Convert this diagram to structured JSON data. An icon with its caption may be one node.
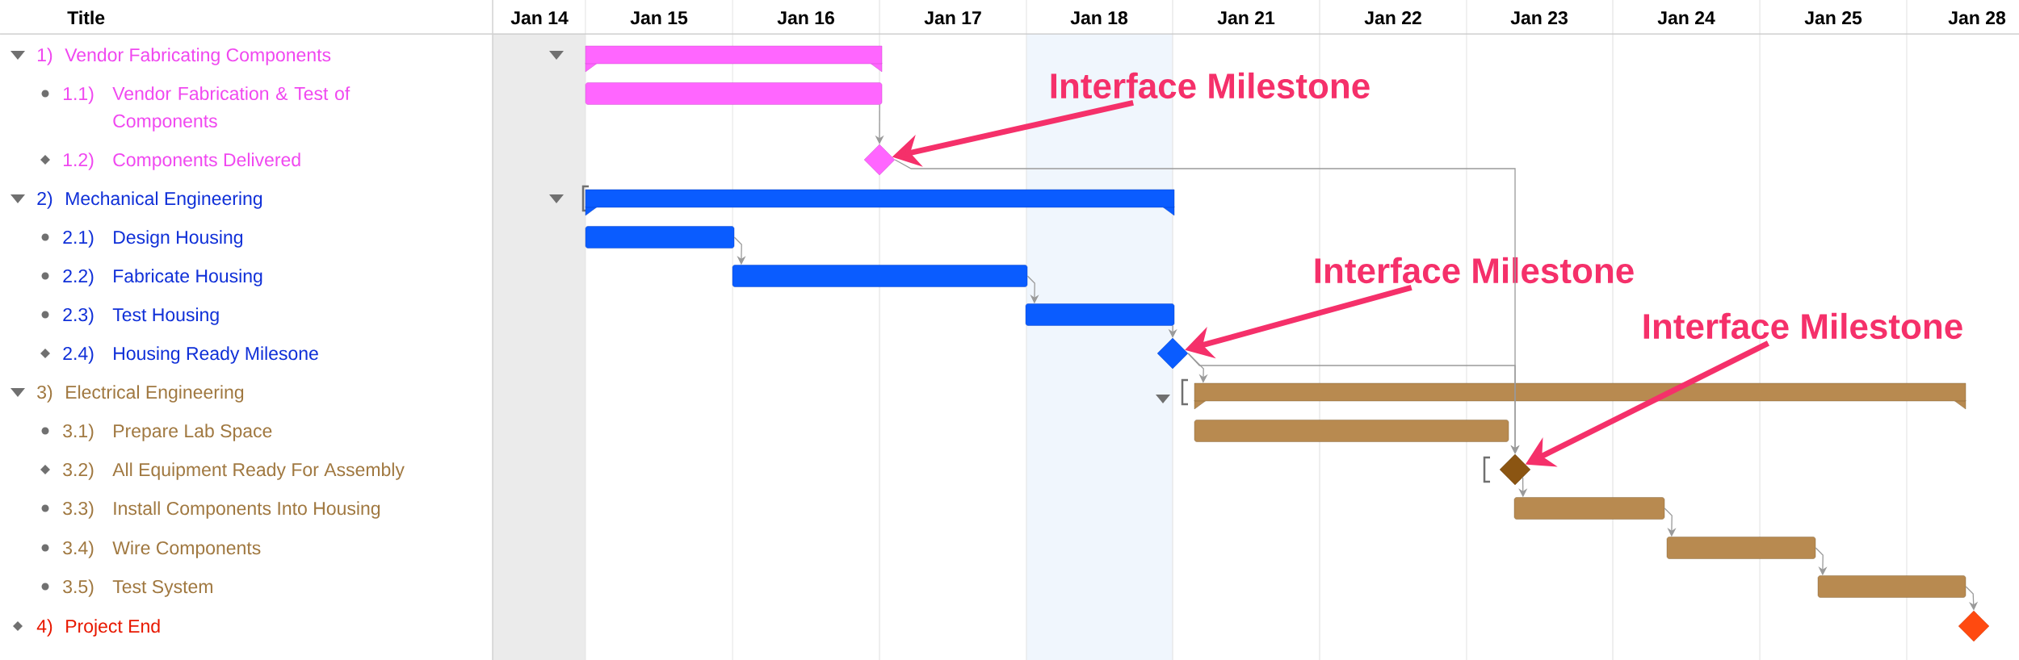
{
  "diagram": {
    "nodes": [
      {
        "text": [],
        "shape": "bar"
      },
      {
        "text": [],
        "shape": "bar"
      },
      {
        "text": [],
        "shape": "diamond"
      },
      {
        "text": [],
        "shape": "bar"
      },
      {
        "text": [],
        "shape": "bar"
      },
      {
        "text": [],
        "shape": "bar"
      },
      {
        "text": [],
        "shape": "bar"
      },
      {
        "text": [],
        "shape": "diamond"
      },
      {
        "text": [],
        "shape": "bar"
      },
      {
        "text": [],
        "shape": "bar"
      },
      {
        "text": [],
        "shape": "diamond"
      },
      {
        "text": [],
        "shape": "bar"
      },
      {
        "text": [],
        "shape": "bar"
      },
      {
        "text": [],
        "shape": "bar"
      },
      {
        "text": [],
        "shape": "diamond"
      },
      {
        "text": [
          "Interface Milestone"
        ]
      },
      {
        "text": [
          "Interface Milestone"
        ]
      },
      {
        "text": [
          "Interface Milestone"
        ]
      }
    ],
    "edges": [
      {
        "from": 1,
        "to": 2,
        "arrow": "to"
      },
      {
        "from": 2,
        "to": 10,
        "arrow": "to"
      },
      {
        "from": 4,
        "to": 5,
        "arrow": "to"
      },
      {
        "from": 5,
        "to": 6,
        "arrow": "to"
      },
      {
        "from": 6,
        "to": 7,
        "arrow": "to"
      },
      {
        "from": 7,
        "to": 8,
        "arrow": "to"
      },
      {
        "from": 7,
        "to": 10,
        "arrow": "to"
      },
      {
        "from": 10,
        "to": 11,
        "arrow": "to"
      },
      {
        "from": 11,
        "to": 12,
        "arrow": "to"
      },
      {
        "from": 12,
        "to": 13,
        "arrow": "to"
      },
      {
        "from": 13,
        "to": 14,
        "arrow": "to"
      },
      {
        "from": 15,
        "to": 2,
        "arrow": "to",
        "style": "thick",
        "color": "#f5306a"
      },
      {
        "from": 16,
        "to": 7,
        "arrow": "to",
        "style": "thick",
        "color": "#f5306a"
      },
      {
        "from": 17,
        "to": 10,
        "arrow": "to",
        "style": "thick",
        "color": "#f5306a"
      }
    ],
    "labels": [
      "Title",
      "Jan 14",
      "Jan 15",
      "Jan 16",
      "Jan 17",
      "Jan 18",
      "Jan 21",
      "Jan 22",
      "Jan 23",
      "Jan 24",
      "Jan 25",
      "Jan 28",
      "1)",
      "Vendor Fabricating Components",
      "1.1)",
      "Vendor Fabrication & Test of Components",
      "1.2)",
      "Components Delivered",
      "2)",
      "Mechanical Engineering",
      "2.1)",
      "Design Housing",
      "2.2)",
      "Fabricate Housing",
      "2.3)",
      "Test Housing",
      "2.4)",
      "Housing Ready Milesone",
      "3)",
      "Electrical Engineering",
      "3.1)",
      "Prepare Lab Space",
      "3.2)",
      "All Equipment Ready For Assembly",
      "3.3)",
      "Install Components Into Housing",
      "3.4)",
      "Wire Components",
      "3.5)",
      "Test System",
      "4)",
      "Project End"
    ]
  }
}
